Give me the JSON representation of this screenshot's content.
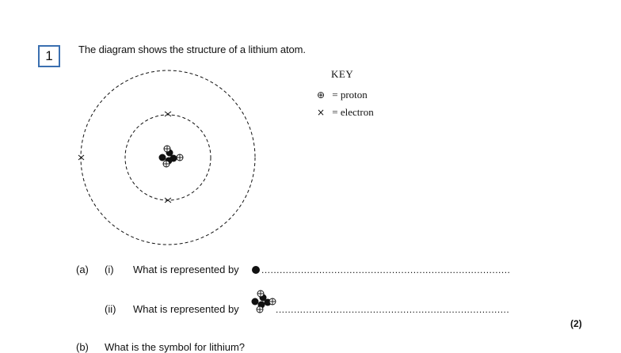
{
  "question": {
    "number": "1",
    "intro": "The diagram shows the structure of a lithium atom."
  },
  "key": {
    "title": "KEY",
    "items": [
      {
        "symbol": "⊕",
        "icon": "proton-icon",
        "label": "= proton"
      },
      {
        "symbol": "×",
        "icon": "electron-icon",
        "label": "= electron"
      }
    ]
  },
  "diagram": {
    "inner_shell_electrons": 2,
    "outer_shell_electrons": 1,
    "nucleus_protons": 3,
    "nucleus_neutrons": 4
  },
  "parts": {
    "a": {
      "label": "(a)",
      "i": {
        "label": "(i)",
        "question": "What is represented by",
        "icon": "neutron-icon",
        "answer_dots": "........................................................................................................"
      },
      "ii": {
        "label": "(ii)",
        "question": "What is represented by",
        "icon": "nucleus-icon",
        "answer_dots": "..........................................................................................................."
      },
      "marks": "(2)"
    },
    "b": {
      "label": "(b)",
      "question": "What is the symbol for lithium?"
    }
  }
}
